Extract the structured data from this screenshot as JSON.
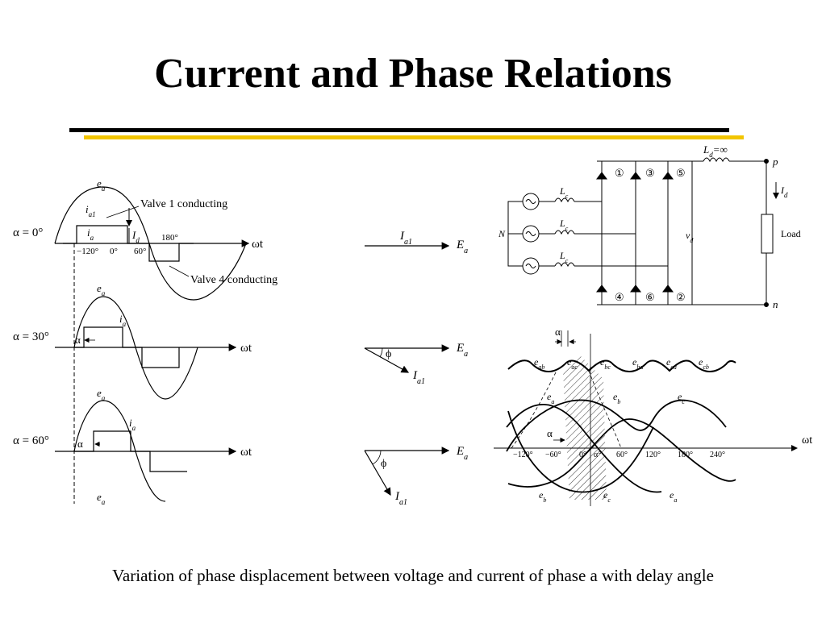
{
  "slide": {
    "title": "Current and Phase Relations",
    "caption": "Variation of phase displacement between voltage and current of phase a with delay angle"
  },
  "waveforms": {
    "rows": [
      {
        "alpha": "α = 0°",
        "ea": "e",
        "ia": "i"
      },
      {
        "alpha": "α = 30°",
        "ea": "e",
        "ia": "i"
      },
      {
        "alpha": "α = 60°",
        "ea": "e",
        "ia": "i"
      }
    ],
    "valve1": "Valve 1 conducting",
    "valve4": "Valve 4 conducting",
    "ticks": {
      "m120": "−120°",
      "zero": "0°",
      "p60": "60°",
      "p180": "180°"
    },
    "wt": "ωt",
    "Id": "I",
    "ia1": "i",
    "alpha_sym": "α",
    "bottom_ea": "e"
  },
  "phasors": {
    "Ia1": "I",
    "Ea": "E",
    "phi": "ϕ"
  },
  "circuit": {
    "Ld": "L",
    "Ld_eq": "=∞",
    "p": "p",
    "n": "n",
    "N": "N",
    "Load": "Load",
    "Lc": "L",
    "vd": "v",
    "Id": "I",
    "valves": [
      "①",
      "③",
      "⑤",
      "④",
      "⑥",
      "②"
    ]
  },
  "phase_plot": {
    "line_labels": [
      "e",
      "e",
      "e",
      "e",
      "e",
      "e"
    ],
    "alpha_top": "α",
    "alpha_mid": "α",
    "wt": "ωt",
    "ticks": [
      "−120°",
      "−60°",
      "0°",
      "α°",
      "60°",
      "120°",
      "180°",
      "240°"
    ]
  }
}
